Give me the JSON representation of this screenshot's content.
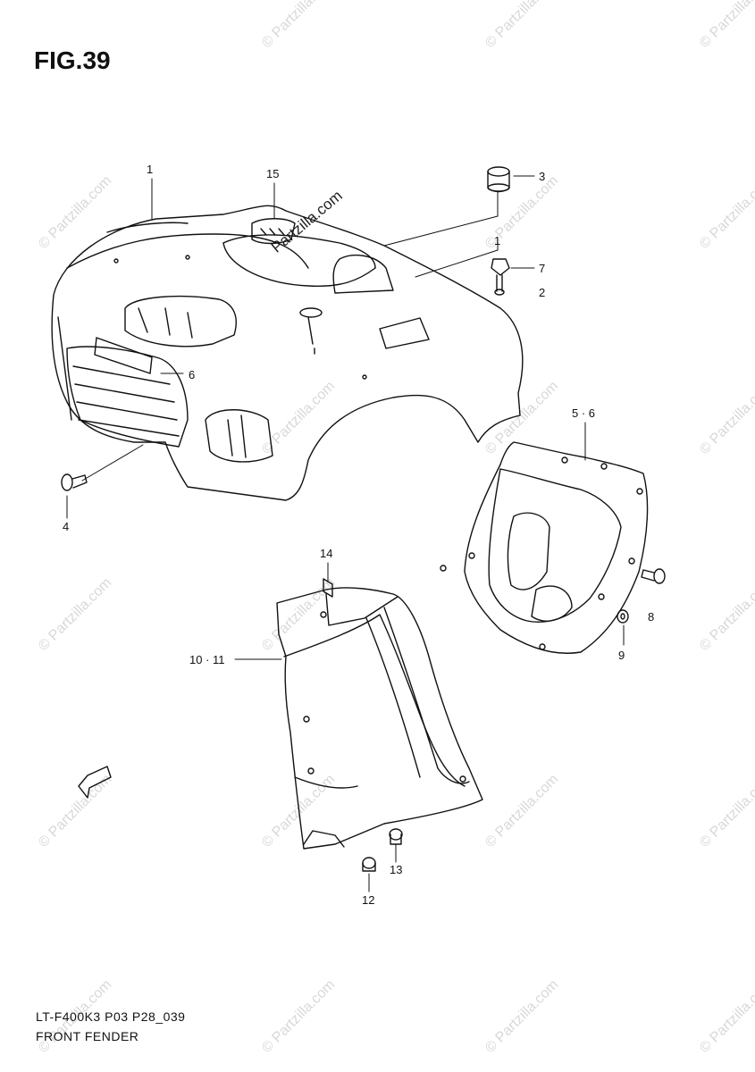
{
  "figure": {
    "title": "FIG.39"
  },
  "callouts": [
    {
      "id": "c1",
      "label": "1"
    },
    {
      "id": "c15",
      "label": "15"
    },
    {
      "id": "c3",
      "label": "3"
    },
    {
      "id": "c7",
      "label": "7"
    },
    {
      "id": "c1b",
      "label": "1"
    },
    {
      "id": "c2",
      "label": "2"
    },
    {
      "id": "c6",
      "label": "6"
    },
    {
      "id": "c4",
      "label": "4"
    },
    {
      "id": "c56",
      "label": "5 · 6"
    },
    {
      "id": "c14",
      "label": "14"
    },
    {
      "id": "c1011",
      "label": "10 · 11"
    },
    {
      "id": "c8",
      "label": "8"
    },
    {
      "id": "c9",
      "label": "9"
    },
    {
      "id": "c13",
      "label": "13"
    },
    {
      "id": "c12",
      "label": "12"
    }
  ],
  "watermark": {
    "text": "© Partzilla.com",
    "diagonal": "Partzilla.com"
  },
  "caption": {
    "code": "LT-F400K3 P03 P28_039",
    "name": "FRONT FENDER"
  },
  "colors": {
    "line": "#111111",
    "watermark": "#d8d8d8"
  }
}
